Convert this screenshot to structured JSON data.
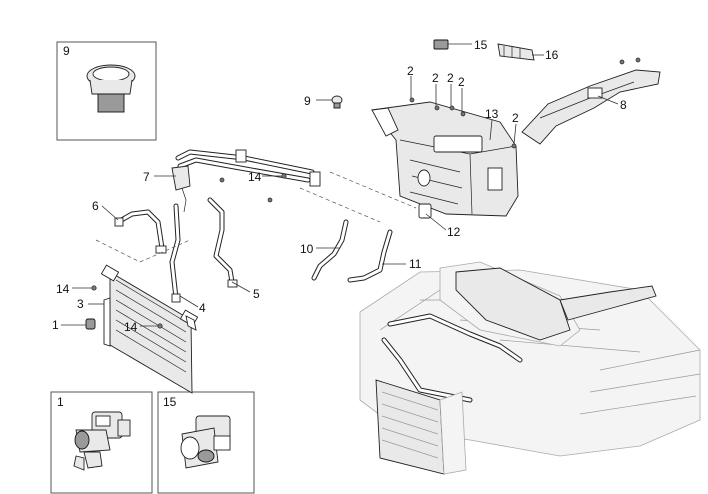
{
  "callouts": {
    "c1": "1",
    "c2a": "2",
    "c2b": "2",
    "c2c": "2",
    "c2d": "2",
    "c2e": "2",
    "c3": "3",
    "c4": "4",
    "c5": "5",
    "c6": "6",
    "c7": "7",
    "c8": "8",
    "c9": "9",
    "c10": "10",
    "c11": "11",
    "c12": "12",
    "c13": "13",
    "c14a": "14",
    "c14b": "14",
    "c14c": "14",
    "c15": "15",
    "c16": "16"
  },
  "insets": {
    "inset9": "9",
    "inset1": "1",
    "inset15": "15"
  }
}
